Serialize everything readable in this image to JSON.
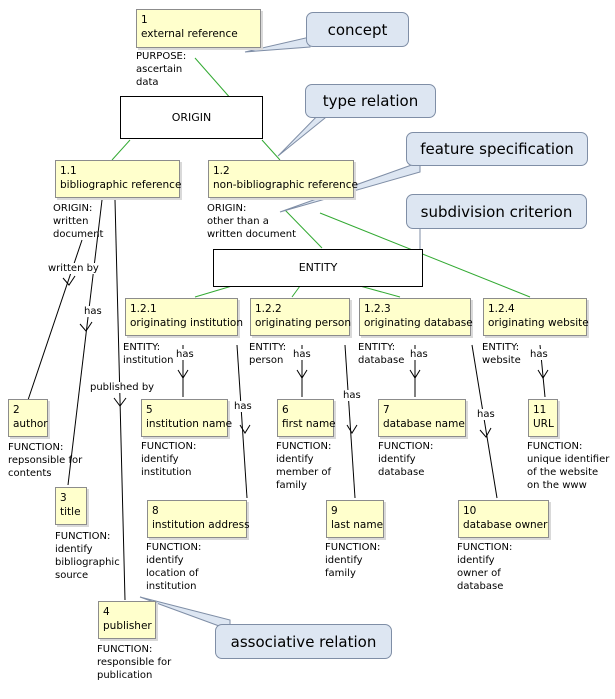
{
  "nodes": {
    "n1": {
      "num": "1",
      "label": "external reference"
    },
    "n1_1": {
      "num": "1.1",
      "label": "bibliographic reference"
    },
    "n1_2": {
      "num": "1.2",
      "label": "non-bibliographic reference"
    },
    "n1_2_1": {
      "num": "1.2.1",
      "label": "originating institution"
    },
    "n1_2_2": {
      "num": "1.2.2",
      "label": "originating person"
    },
    "n1_2_3": {
      "num": "1.2.3",
      "label": "originating database"
    },
    "n1_2_4": {
      "num": "1.2.4",
      "label": "originating website"
    },
    "n2": {
      "num": "2",
      "label": "author"
    },
    "n3": {
      "num": "3",
      "label": "title"
    },
    "n4": {
      "num": "4",
      "label": "publisher"
    },
    "n5": {
      "num": "5",
      "label": "institution name"
    },
    "n6": {
      "num": "6",
      "label": "first name"
    },
    "n7": {
      "num": "7",
      "label": "database name"
    },
    "n8": {
      "num": "8",
      "label": "institution address"
    },
    "n9": {
      "num": "9",
      "label": "last name"
    },
    "n10": {
      "num": "10",
      "label": "database owner"
    },
    "n11": {
      "num": "11",
      "label": "URL"
    }
  },
  "facets": {
    "origin": "ORIGIN",
    "entity": "ENTITY"
  },
  "notes": {
    "n1": "PURPOSE:\nascertain\ndata",
    "n1_1": "ORIGIN:\nwritten\ndocument",
    "n1_2": "ORIGIN:\nother than a\nwritten document",
    "n1_2_1": "ENTITY:\ninstitution",
    "n1_2_2": "ENTITY:\nperson",
    "n1_2_3": "ENTITY:\ndatabase",
    "n1_2_4": "ENTITY:\nwebsite",
    "n2": "FUNCTION:\nrepsonsible for\ncontents",
    "n3": "FUNCTION:\nidentify\nbibliographic\nsource",
    "n4": "FUNCTION:\nresponsible for\npublication",
    "n5": "FUNCTION:\nidentify\ninstitution",
    "n6": "FUNCTION:\nidentify\nmember of\nfamily",
    "n7": "FUNCTION:\nidentify\ndatabase",
    "n8": "FUNCTION:\nidentify\nlocation of\ninstitution",
    "n9": "FUNCTION:\nidentify\nfamily",
    "n10": "FUNCTION:\nidentify\nowner of\ndatabase",
    "n11": "FUNCTION:\nunique identifier\nof the website\non the www"
  },
  "relations": {
    "written_by": "written by",
    "published_by": "published by",
    "has": "has"
  },
  "callouts": {
    "concept": "concept",
    "type_relation": "type relation",
    "feature_specification": "feature specification",
    "subdivision_criterion": "subdivision criterion",
    "associative_relation": "associative relation"
  },
  "colors": {
    "node_fill": "#ffffcc",
    "type_link": "#33aa33",
    "callout_fill": "#dde6f2"
  }
}
